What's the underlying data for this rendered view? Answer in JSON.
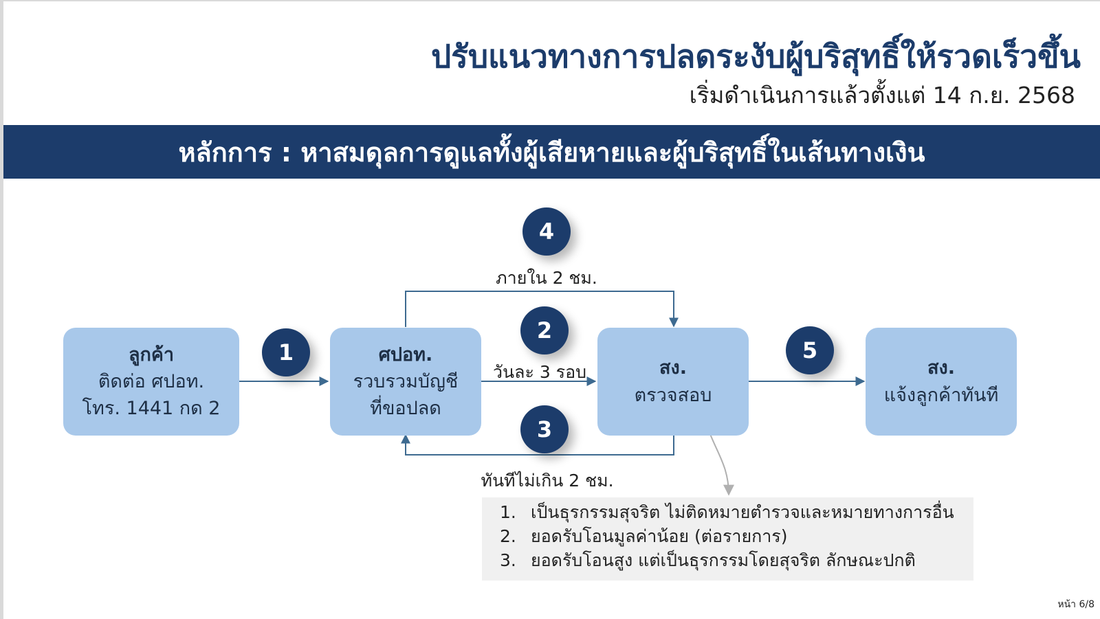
{
  "title": "ปรับแนวทางการปลดระงับผู้บริสุทธิ์ให้รวดเร็วขึ้น",
  "subtitle": "เริ่มดำเนินการแล้วตั้งแต่ 14 ก.ย. 2568",
  "banner": "หลักการ : หาสมดุลการดูแลทั้งผู้เสียหายและผู้บริสุทธิ์ในเส้นทางเงิน",
  "boxes": {
    "customer": {
      "title": "ลูกค้า",
      "line1": "ติดต่อ ศปอท.",
      "line2": "โทร. 1441 กด 2"
    },
    "center": {
      "title": "ศปอท.",
      "line1": "รวบรวมบัญชี",
      "line2": "ที่ขอปลด"
    },
    "verify": {
      "title": "สง.",
      "line1": "ตรวจสอบ"
    },
    "notify": {
      "title": "สง.",
      "line1": "แจ้งลูกค้าทันที"
    }
  },
  "steps": [
    "1",
    "2",
    "3",
    "4",
    "5"
  ],
  "labels": {
    "step4": "ภายใน 2 ชม.",
    "step2": "วันละ 3 รอบ",
    "step3": "ทันทีไม่เกิน 2 ชม."
  },
  "criteria": [
    {
      "num": "1.",
      "text": "เป็นธุรกรรมสุจริต ไม่ติดหมายตำรวจและหมายทางการอื่น"
    },
    {
      "num": "2.",
      "text": "ยอดรับโอนมูลค่าน้อย (ต่อรายการ)"
    },
    {
      "num": "3.",
      "text": "ยอดรับโอนสูง แต่เป็นธุรกรรมโดยสุจริต ลักษณะปกติ"
    }
  ],
  "page": "หน้า 6/8",
  "colors": {
    "navy": "#1c3c6b",
    "box": "#a8c8ea",
    "arrow": "#3d6a90"
  }
}
